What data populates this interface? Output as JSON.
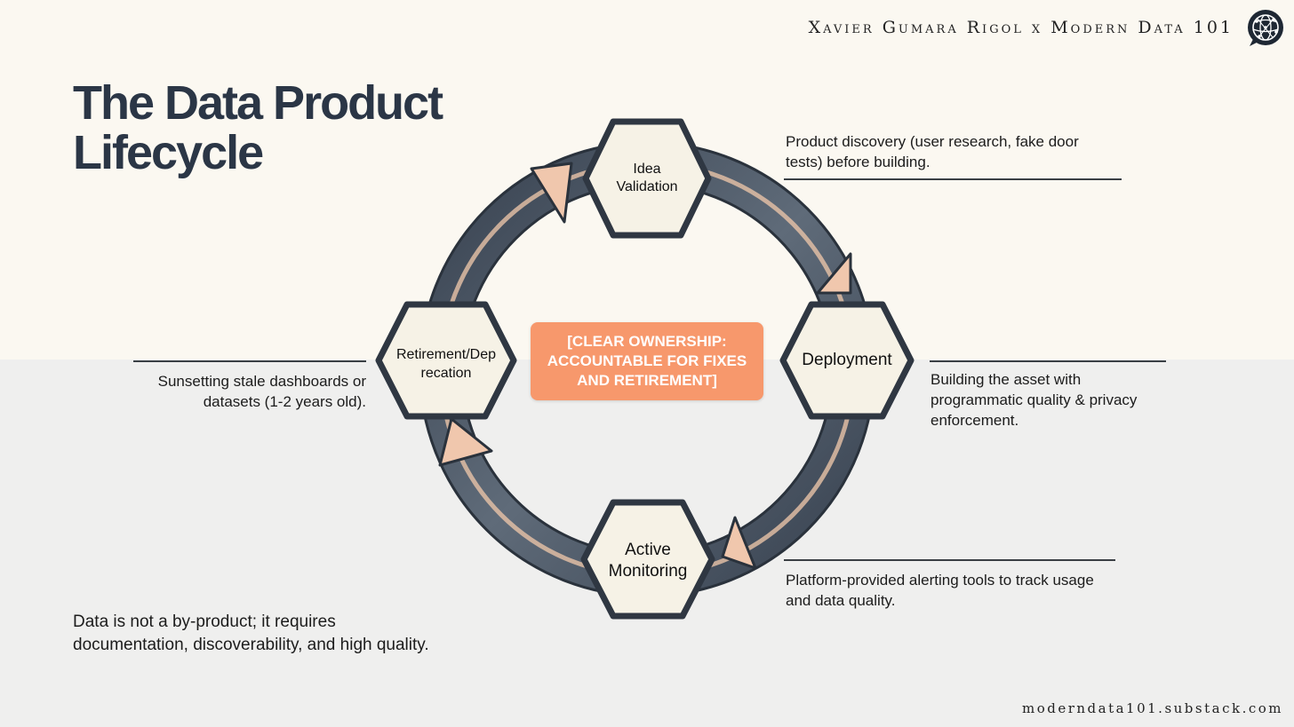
{
  "header": {
    "attribution": "Xavier Gumara Rigol x Modern Data 101"
  },
  "logo": {
    "icon": "globe-chat-bubble-icon"
  },
  "title": {
    "line1": "The Data Product",
    "line2": "Lifecycle"
  },
  "stages": {
    "idea": {
      "line1": "Idea",
      "line2": "Validation"
    },
    "deployment": {
      "label": "Deployment"
    },
    "monitoring": {
      "line1": "Active",
      "line2": "Monitoring"
    },
    "retirement": {
      "line1": "Retirement/Dep",
      "line2": "recation"
    }
  },
  "center": {
    "line1": "[CLEAR OWNERSHIP:",
    "line2": "ACCOUNTABLE FOR FIXES",
    "line3": "AND RETIREMENT]"
  },
  "descriptions": {
    "idea": {
      "line1": "Product discovery (user research, fake door",
      "line2": "tests) before building."
    },
    "deployment": {
      "line1": "Building the asset with",
      "line2": "programmatic quality & privacy",
      "line3": "enforcement."
    },
    "monitoring": {
      "line1": "Platform-provided alerting tools to track usage",
      "line2": "and data quality."
    },
    "retirement": {
      "line1": "Sunsetting stale dashboards or",
      "line2": "datasets (1-2 years old)."
    }
  },
  "footer": {
    "line1": "Data is not a by-product; it requires",
    "line2": "documentation, discoverability, and high quality.",
    "url": "moderndata101.substack.com"
  },
  "colors": {
    "arrow_dark": "#3d4755",
    "arrow_light": "#6d7886",
    "arrow_head": "#f0c7ad",
    "hex_fill": "#f6f2e6",
    "hex_stroke": "#2f3742",
    "center_box": "#f7986c",
    "title": "#2b3646"
  }
}
